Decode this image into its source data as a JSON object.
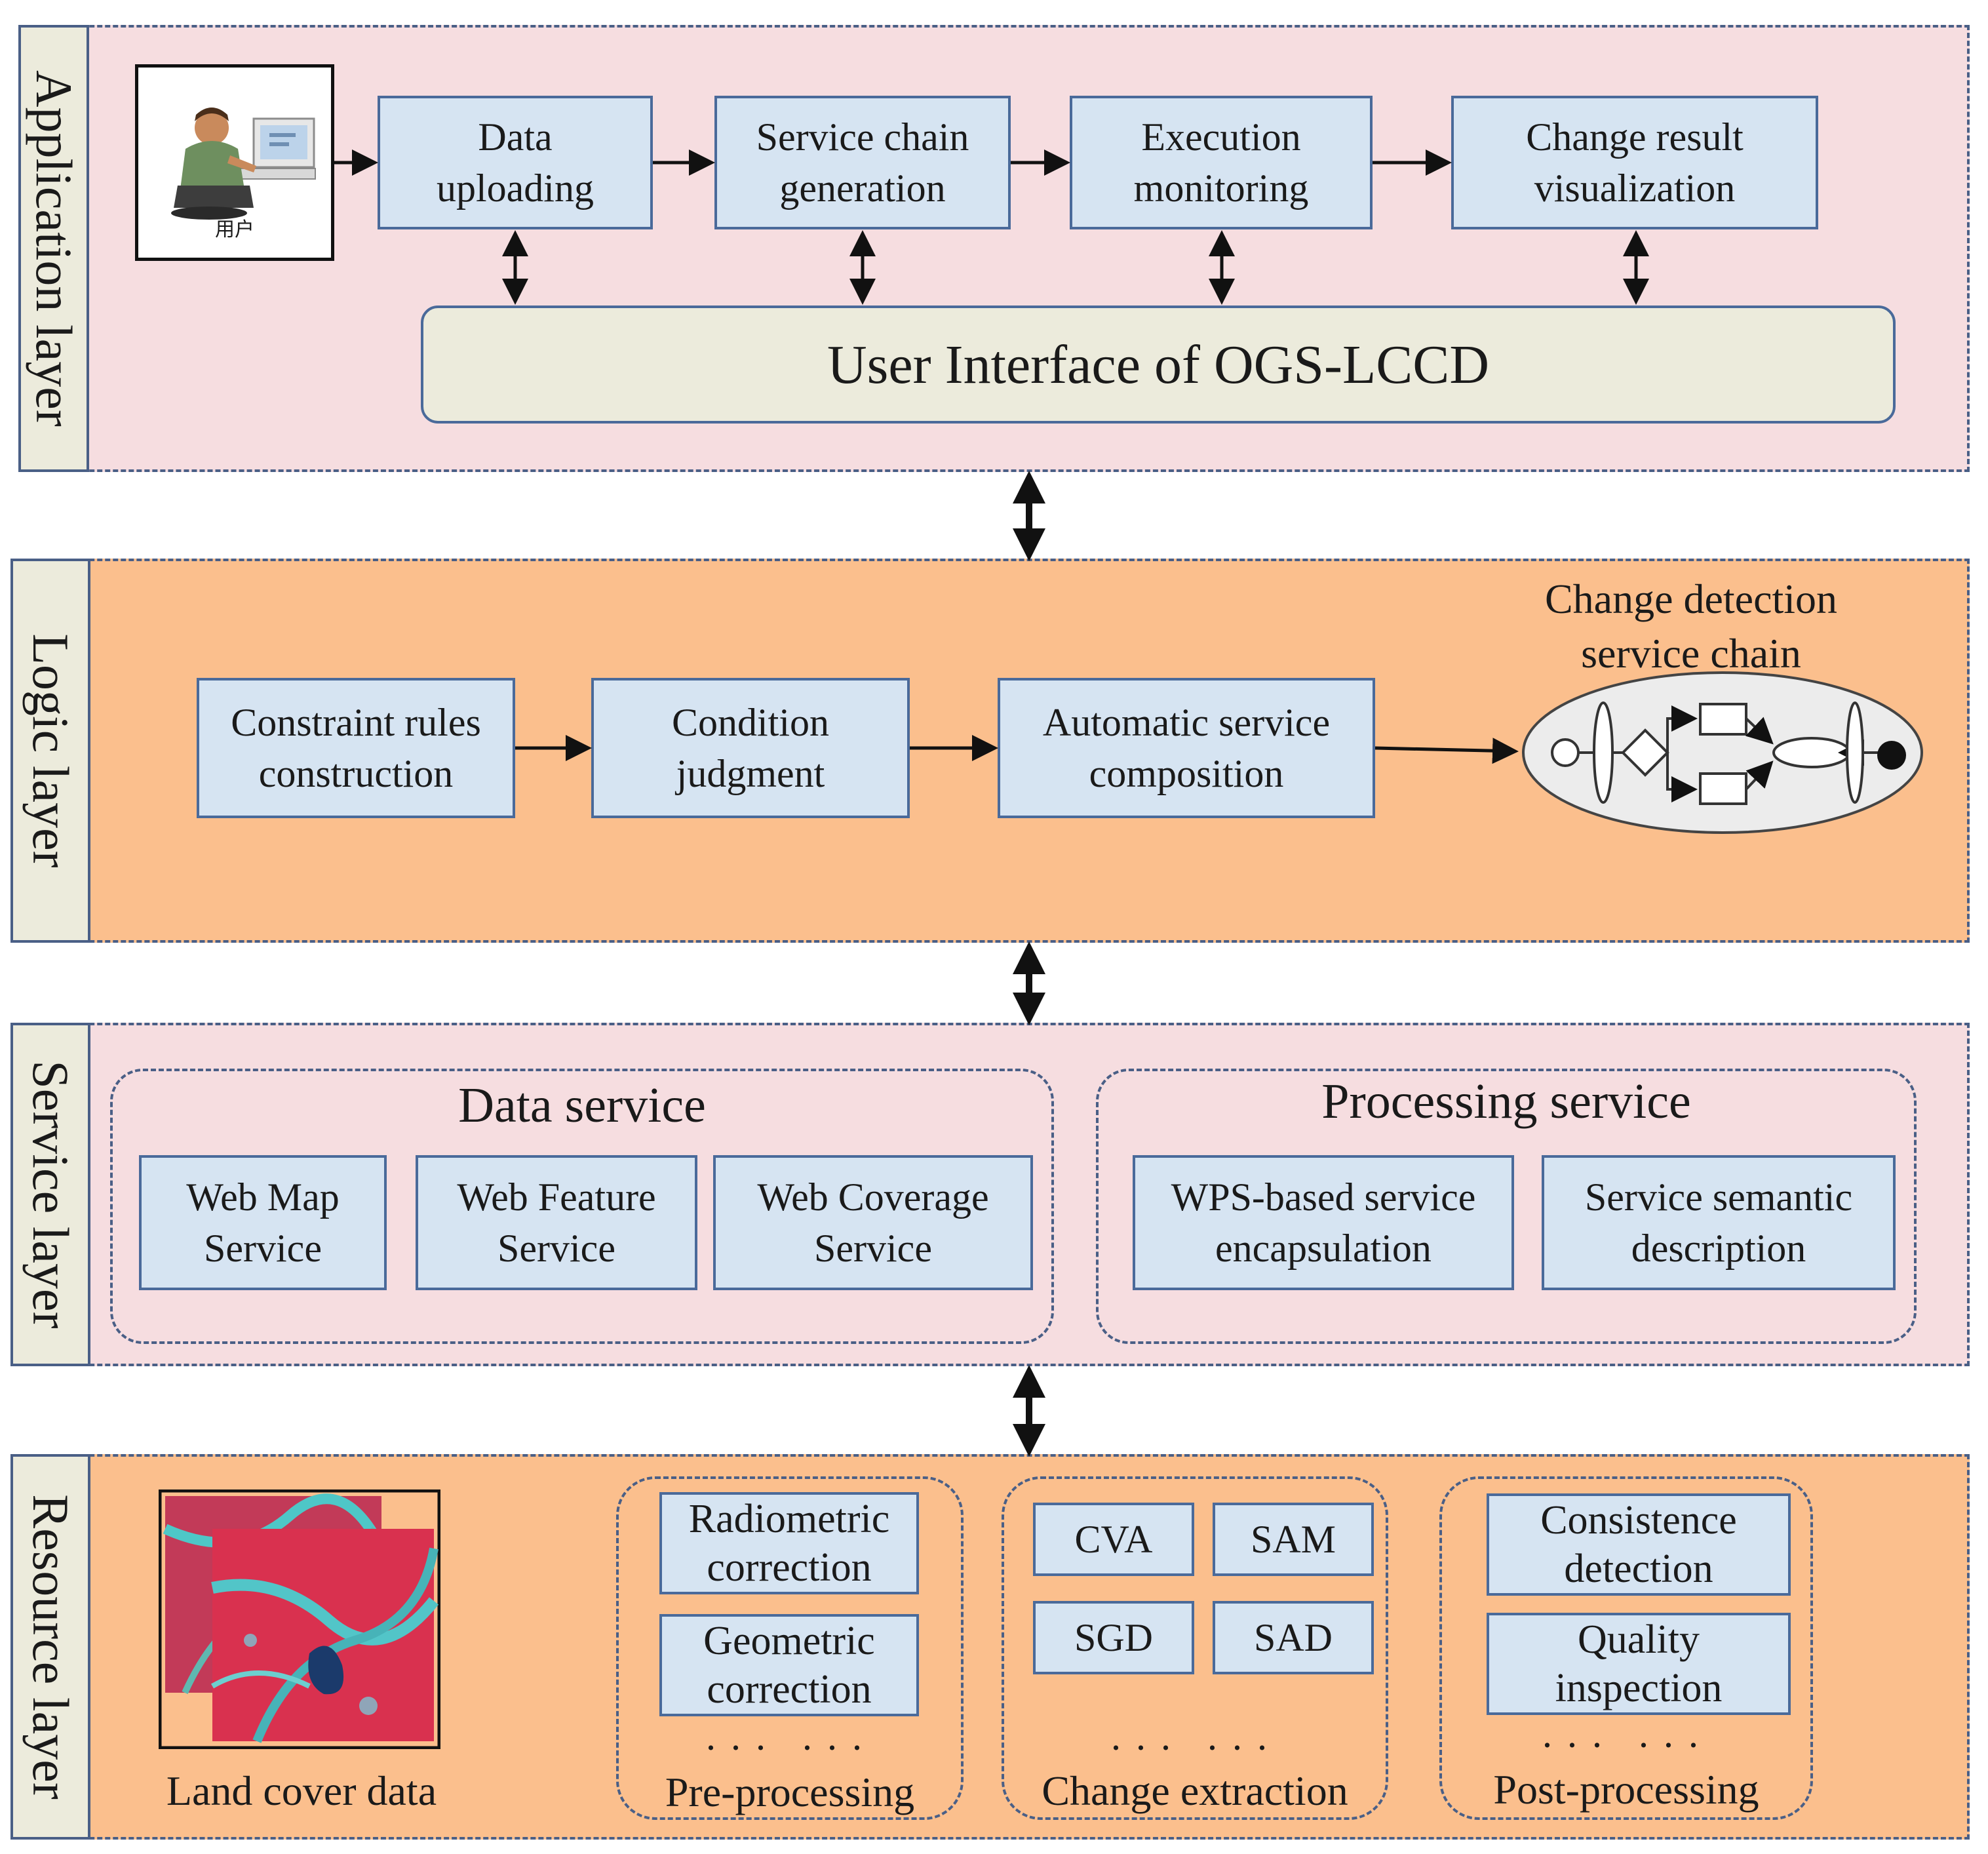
{
  "layers": {
    "application": {
      "label": "Application layer",
      "user_caption": "用户",
      "steps": [
        "Data\nuploading",
        "Service chain\ngeneration",
        "Execution\nmonitoring",
        "Change result\nvisualization"
      ],
      "ui_label": "User Interface of OGS-LCCD"
    },
    "logic": {
      "label": "Logic layer",
      "steps": [
        "Constraint rules\nconstruction",
        "Condition\njudgment",
        "Automatic service\ncomposition"
      ],
      "chain_title": "Change detection\nservice chain"
    },
    "service": {
      "label": "Service layer",
      "data_service": {
        "title": "Data service",
        "items": [
          "Web Map\nService",
          "Web Feature\nService",
          "Web Coverage\nService"
        ]
      },
      "processing_service": {
        "title": "Processing service",
        "items": [
          "WPS-based service\nencapsulation",
          "Service semantic\ndescription"
        ]
      }
    },
    "resource": {
      "label": "Resource layer",
      "land_cover_caption": "Land cover data",
      "preprocessing": {
        "caption": "Pre-processing",
        "items": [
          "Radiometric\ncorrection",
          "Geometric\ncorrection"
        ],
        "dots": "··· ···"
      },
      "change_extraction": {
        "caption": "Change extraction",
        "items": [
          "CVA",
          "SAM",
          "SGD",
          "SAD"
        ],
        "dots": "··· ···"
      },
      "postprocessing": {
        "caption": "Post-processing",
        "items": [
          "Consistence\ndetection",
          "Quality\ninspection"
        ],
        "dots": "··· ···"
      }
    }
  },
  "colors": {
    "pink_layer": "#f6dde0",
    "orange_layer": "#fbbf8d",
    "box_fill": "#d6e4f2",
    "box_border": "#4a6a9a",
    "label_fill": "#ecebdc",
    "ui_fill": "#ecebdc"
  },
  "icons": [
    "user-computer-icon",
    "workflow-diagram-icon",
    "satellite-image-icon"
  ]
}
